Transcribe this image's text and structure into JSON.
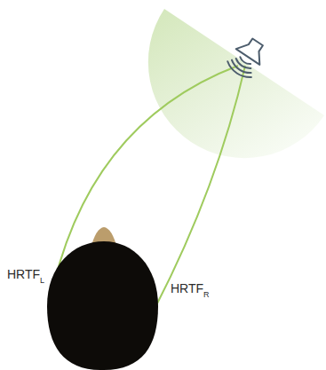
{
  "diagram": {
    "labels": [
      "HRTF",
      "L",
      "HRTF",
      "R"
    ]
  }
}
